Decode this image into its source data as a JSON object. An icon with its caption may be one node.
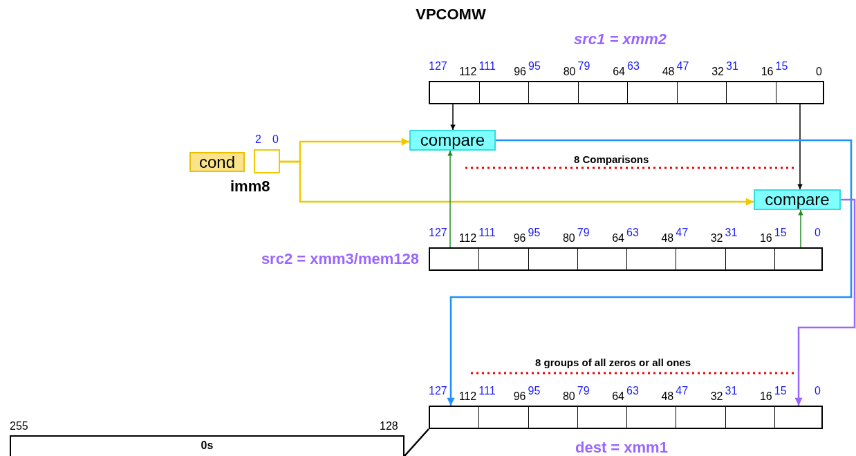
{
  "diagram": {
    "title": "VPCOMW",
    "nodes": [
      {
        "text": [
          "src1 = xmm2"
        ]
      },
      {
        "text": [
          "cond"
        ]
      },
      {
        "text": [
          "imm8"
        ]
      },
      {
        "text": [
          "compare"
        ]
      },
      {
        "text": [
          "compare"
        ]
      },
      {
        "text": [
          "src2 = xmm3/mem128"
        ]
      },
      {
        "text": [
          "dest = xmm1"
        ]
      },
      {
        "text": [
          "0s"
        ]
      }
    ],
    "edges": [
      {
        "from": 0,
        "to": 3,
        "arrow": "to"
      },
      {
        "from": 0,
        "to": 4,
        "arrow": "to"
      },
      {
        "from": 2,
        "to": 3,
        "arrow": "to",
        "color": "#f0c800"
      },
      {
        "from": 2,
        "to": 4,
        "arrow": "to",
        "color": "#f0c800"
      },
      {
        "from": 5,
        "to": 3,
        "arrow": "to",
        "color": "#228b22"
      },
      {
        "from": 5,
        "to": 4,
        "arrow": "to",
        "color": "#228b22"
      },
      {
        "from": 3,
        "to": 6,
        "arrow": "to",
        "color": "#1e90ff"
      },
      {
        "from": 4,
        "to": 6,
        "arrow": "to",
        "color": "#9966ff"
      },
      {
        "from": 6,
        "to": 7,
        "arrow": "none"
      }
    ],
    "labels": [
      "127",
      "112",
      "111",
      "96",
      "95",
      "80",
      "79",
      "64",
      "63",
      "48",
      "47",
      "32",
      "31",
      "16",
      "15",
      "0",
      "2",
      "0",
      "8 Comparisons",
      "127",
      "112",
      "111",
      "96",
      "95",
      "80",
      "79",
      "64",
      "63",
      "48",
      "47",
      "32",
      "31",
      "16",
      "15",
      "0",
      "8 groups of all zeros or all ones",
      "127",
      "112",
      "111",
      "96",
      "95",
      "80",
      "79",
      "64",
      "63",
      "48",
      "47",
      "32",
      "31",
      "16",
      "15",
      "0",
      "255",
      "128"
    ]
  }
}
